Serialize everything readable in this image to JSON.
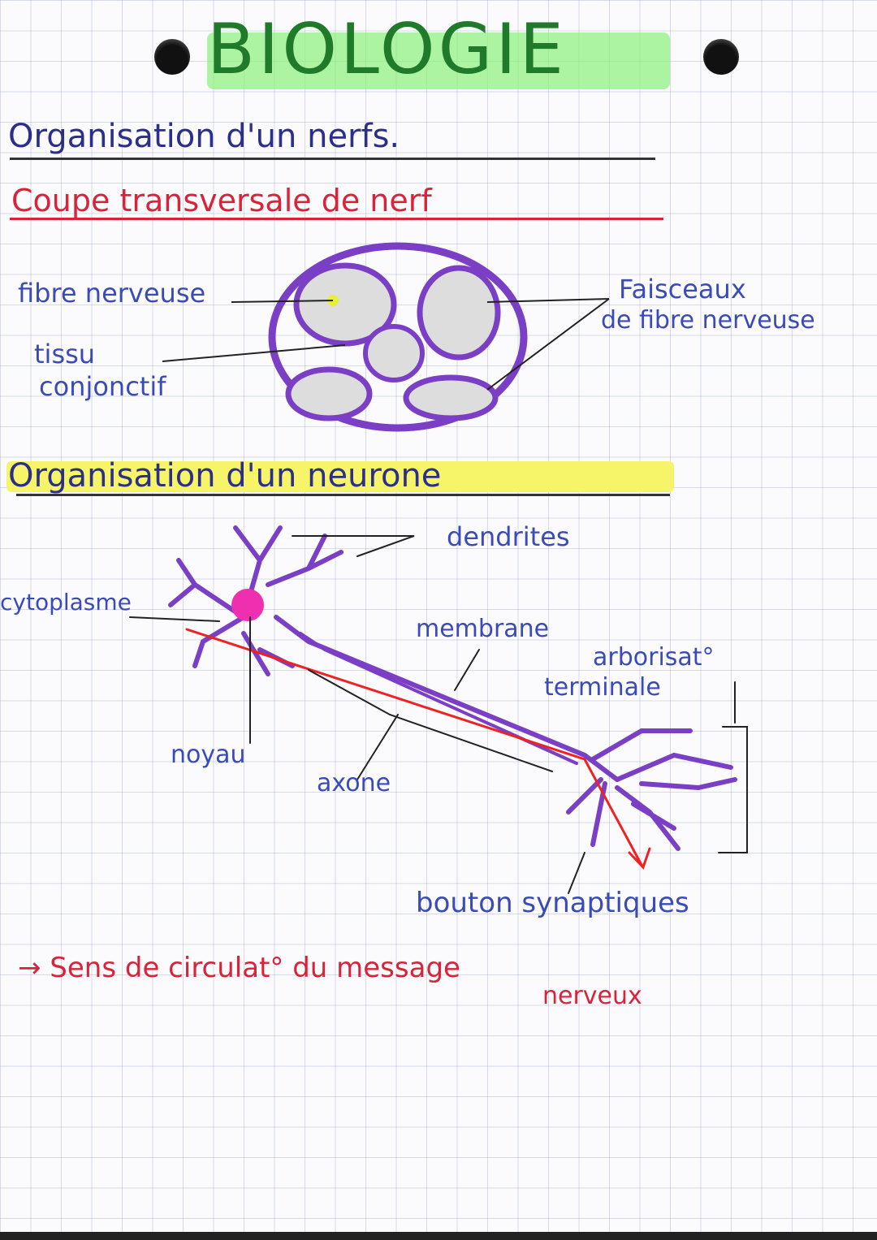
{
  "title": "BIOLOGIE",
  "section1": {
    "heading": "Organisation d'un nerfs.",
    "subheading": "Coupe transversale de nerf",
    "labels": {
      "fibre": "fibre nerveuse",
      "tissu1": "tissu",
      "tissu2": "conjonctif",
      "faisceaux1": "Faisceaux",
      "faisceaux2": "de fibre nerveuse"
    }
  },
  "section2": {
    "heading": "Organisation d'un neurone",
    "labels": {
      "dendrites": "dendrites",
      "cytoplasme": "cytoplasme",
      "membrane": "membrane",
      "arborisation1": "arborisat°",
      "arborisation2": "terminale",
      "noyau": "noyau",
      "axone": "axone",
      "bouton": "bouton synaptiques"
    }
  },
  "note": {
    "line1": "→ Sens de circulat° du message",
    "line2": "nerveux"
  },
  "colors": {
    "title": "#1f7a2a",
    "title_highlight": "#8af07a",
    "heading_highlight": "#f6f56a",
    "red": "#d8233a",
    "purple": "#7a3fc4",
    "pink": "#ee2fb0",
    "label_blue": "#3a4bb8"
  }
}
